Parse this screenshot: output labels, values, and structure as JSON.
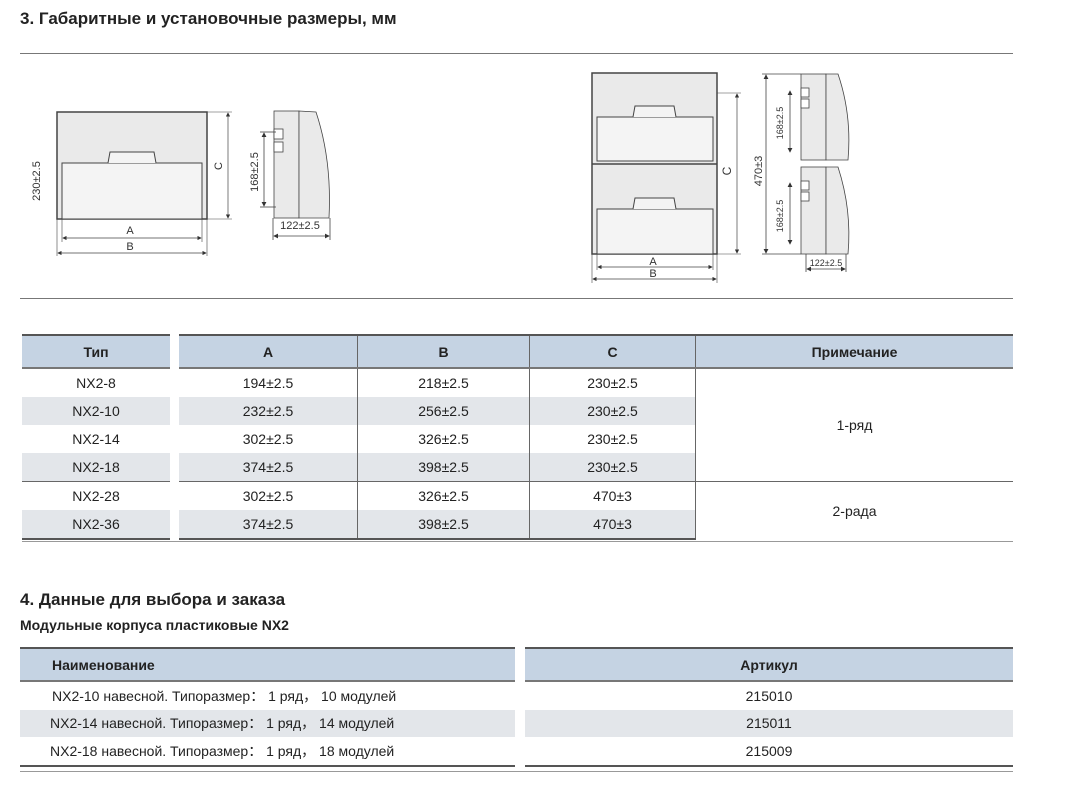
{
  "section3": {
    "title": "3. Габаритные и установочные размеры, мм",
    "drawing_1row": {
      "height": "230±2.5",
      "label_a": "A",
      "label_b": "B",
      "label_c": "C",
      "mount": "168±2.5",
      "depth": "122±2.5"
    },
    "drawing_2row": {
      "height": "470±3",
      "label_a": "A",
      "label_b": "B",
      "label_c": "C",
      "mount_top": "168±2.5",
      "mount_bottom": "168±2.5",
      "depth": "122±2.5"
    },
    "table": {
      "headers": [
        "Тип",
        "A",
        "B",
        "C",
        "Примечание"
      ],
      "rows": [
        {
          "type": "NX2-8",
          "a": "194±2.5",
          "b": "218±2.5",
          "c": "230±2.5"
        },
        {
          "type": "NX2-10",
          "a": "232±2.5",
          "b": "256±2.5",
          "c": "230±2.5"
        },
        {
          "type": "NX2-14",
          "a": "302±2.5",
          "b": "326±2.5",
          "c": "230±2.5"
        },
        {
          "type": "NX2-18",
          "a": "374±2.5",
          "b": "398±2.5",
          "c": "230±2.5"
        },
        {
          "type": "NX2-28",
          "a": "302±2.5",
          "b": "326±2.5",
          "c": "470±3"
        },
        {
          "type": "NX2-36",
          "a": "374±2.5",
          "b": "398±2.5",
          "c": "470±3"
        }
      ],
      "notes": [
        "1-ряд",
        "2-рада"
      ]
    }
  },
  "section4": {
    "title": "4. Данные для выбора и заказа",
    "subtitle": "Модульные корпуса пластиковые NX2",
    "table": {
      "headers": [
        "Наименование",
        "Артикул"
      ],
      "rows": [
        {
          "name": "NX2-10 навесной. Типоразмер： 1 ряд， 10 модулей",
          "article": "215010"
        },
        {
          "name": "NX2-14 навесной. Типоразмер： 1 ряд， 14 модулей",
          "article": "215011"
        },
        {
          "name": "NX2-18 навесной. Типоразмер： 1 ряд， 18 модулей",
          "article": "215009"
        }
      ]
    }
  }
}
